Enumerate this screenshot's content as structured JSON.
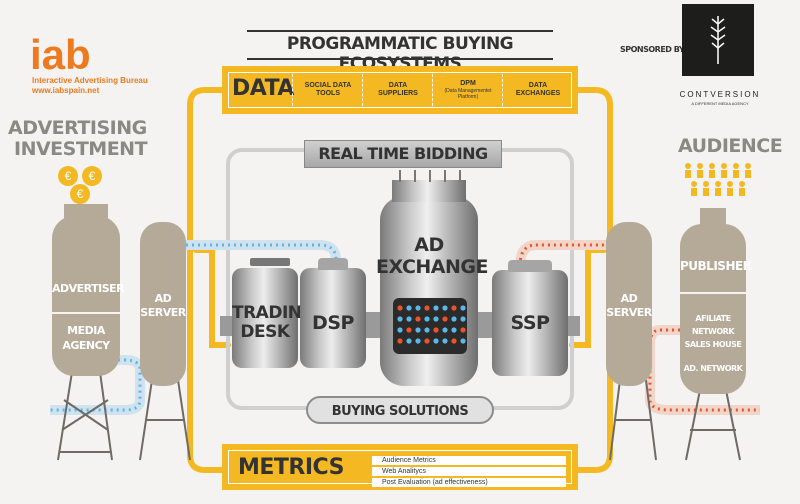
{
  "header": {
    "logo": "iab",
    "org_name": "Interactive Advertising Bureau",
    "url": "www.iabspain.net",
    "title": "PROGRAMMATIC BUYING ECOSYSTEMS",
    "sponsored_by": "SPONSORED BY:",
    "sponsor_name": "CONTVERSION",
    "sponsor_tagline": "A DIFFERENT MEDIA AGENCY"
  },
  "left": {
    "heading_line1": "ADVERTISING",
    "heading_line2": "INVESTMENT",
    "currency_symbol": "€",
    "advertiser": "ADVERTISER",
    "media_agency_line1": "MEDIA",
    "media_agency_line2": "AGENCY",
    "ad_server_line1": "AD",
    "ad_server_line2": "SERVER"
  },
  "right": {
    "heading": "AUDIENCE",
    "publisher": "PUBLISHER",
    "affiliate": "AFILIATE NETWORK",
    "sales_house": "SALES HOUSE",
    "ad_network": "AD. NETWORK",
    "ad_server_line1": "AD",
    "ad_server_line2": "SERVER"
  },
  "data_bar": {
    "label": "DATA",
    "items": [
      {
        "line1": "SOCIAL DATA",
        "line2": "TOOLS"
      },
      {
        "line1": "DATA",
        "line2": "SUPPLIERS"
      },
      {
        "line1": "DPM",
        "line2": "(Data Managementet",
        "line3": "Platform)"
      },
      {
        "line1": "DATA",
        "line2": "EXCHANGES"
      }
    ]
  },
  "center": {
    "rtb": "REAL TIME BIDDING",
    "trading_desk_line1": "TRADING",
    "trading_desk_line2": "DESK",
    "dsp": "DSP",
    "ad_exchange_line1": "AD",
    "ad_exchange_line2": "EXCHANGE",
    "ssp": "SSP",
    "buying_solutions": "BUYING SOLUTIONS"
  },
  "metrics": {
    "label": "METRICS",
    "items": [
      "Audience Metrics",
      "Web Analitycs",
      "Post Evaluation (ad effectiveness)"
    ]
  },
  "colors": {
    "orange": "#ee7a1f",
    "yellow": "#f4b922",
    "taupe": "#b5a998",
    "blue_flow": "#5bb7e8",
    "red_flow": "#e8552c"
  }
}
